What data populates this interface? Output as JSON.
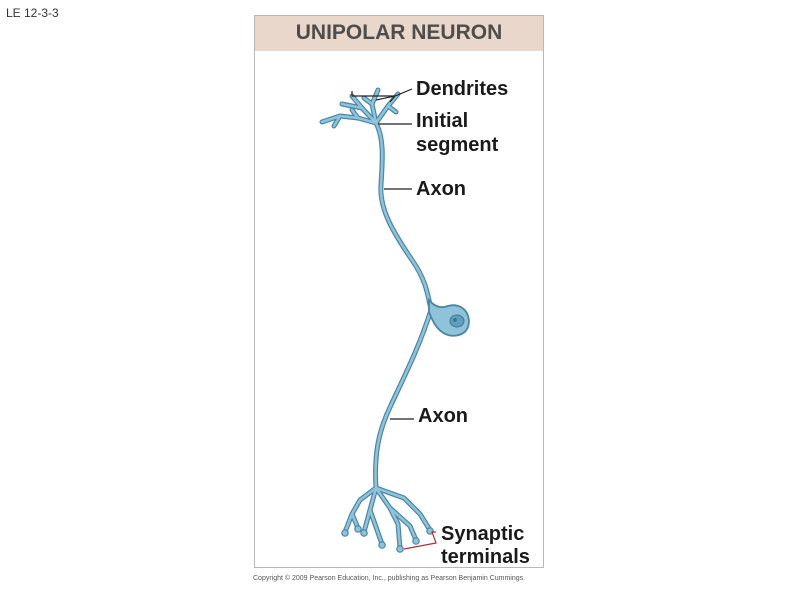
{
  "slide_label": "LE 12-3-3",
  "figure": {
    "title": "UNIPOLAR NEURON",
    "labels": {
      "dendrites": "Dendrites",
      "initial_segment_line1": "Initial",
      "initial_segment_line2": "segment",
      "axon_upper": "Axon",
      "axon_lower": "Axon",
      "synaptic_line1": "Synaptic",
      "synaptic_line2": "terminals"
    },
    "colors": {
      "neuron_fill": "#8fc3da",
      "neuron_stroke": "#4a86a6",
      "header_bg": "#ead7cb",
      "leader_line": "#222222",
      "synaptic_leader": "#b03030"
    }
  },
  "copyright": "Copyright © 2009 Pearson Education, Inc., publishing as Pearson Benjamin Cummings."
}
